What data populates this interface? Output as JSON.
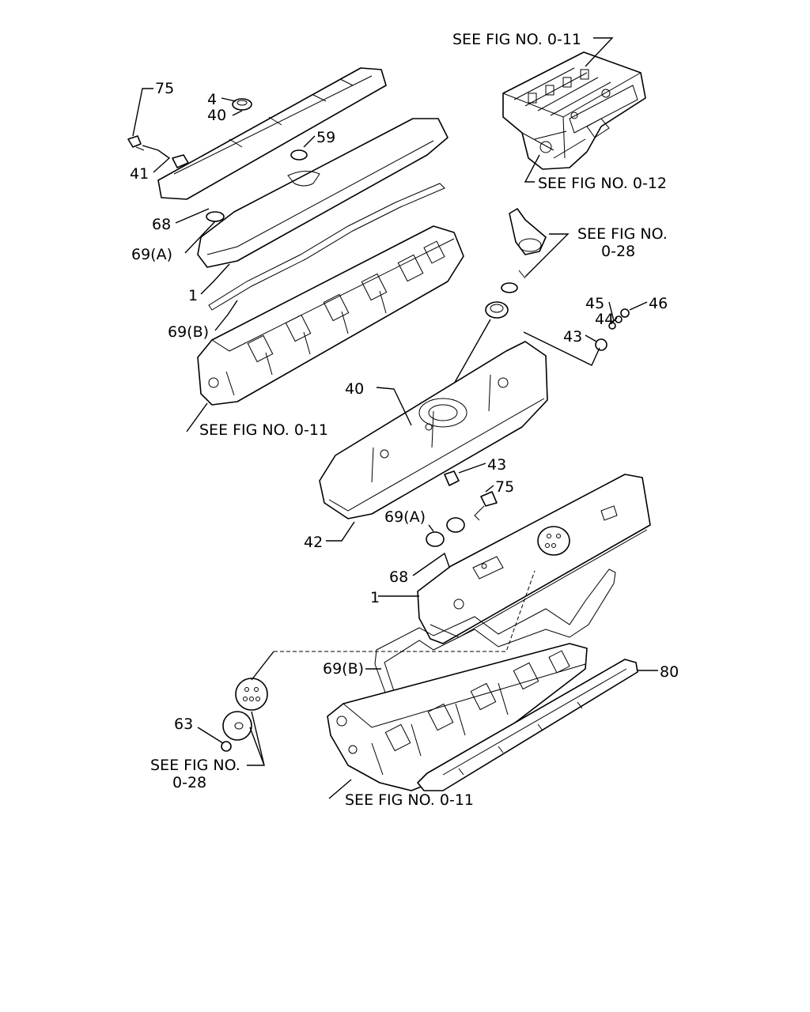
{
  "labels": {
    "see_fig_0_11_top": "SEE FIG NO. 0-11",
    "see_fig_0_12": "SEE FIG NO. 0-12",
    "see_fig_0_28_upper_line1": "SEE FIG NO.",
    "see_fig_0_28_upper_line2": "0-28",
    "see_fig_0_11_mid": "SEE FIG NO. 0-11",
    "see_fig_0_28_lower_line1": "SEE FIG NO.",
    "see_fig_0_28_lower_line2": "0-28",
    "see_fig_0_11_bottom": "SEE FIG NO. 0-11"
  },
  "callouts": {
    "c75_top": "75",
    "c4": "4",
    "c40_top": "40",
    "c59": "59",
    "c41": "41",
    "c68_top": "68",
    "c69a_top": "69(A)",
    "c1_top": "1",
    "c69b_top": "69(B)",
    "c45": "45",
    "c46": "46",
    "c44": "44",
    "c43_top": "43",
    "c40_mid": "40",
    "c43_mid": "43",
    "c75_mid": "75",
    "c69a_mid": "69(A)",
    "c42": "42",
    "c68_mid": "68",
    "c1_mid": "1",
    "c69b_mid": "69(B)",
    "c80": "80",
    "c63": "63"
  }
}
